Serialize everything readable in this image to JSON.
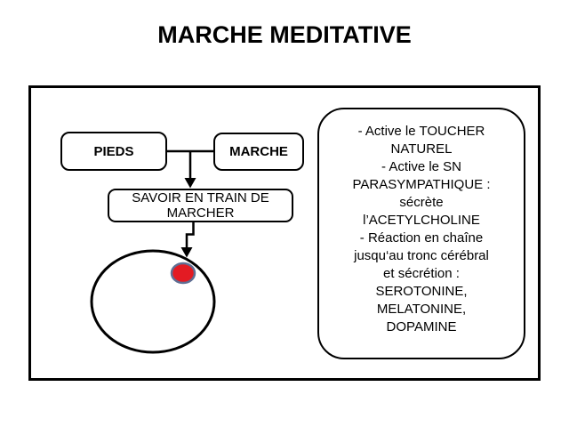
{
  "slide": {
    "title": "MARCHE MEDITATIVE"
  },
  "diagram": {
    "nodes": {
      "pieds": "PIEDS",
      "marche": "MARCHE",
      "savoir": "SAVOIR EN TRAIN DE MARCHER"
    },
    "info_box": {
      "lines": [
        "- Active le TOUCHER",
        "NATUREL",
        "- Active le SN",
        "PARASYMPATHIQUE :",
        "sécrète",
        "l’ACETYLCHOLINE",
        "- Réaction en chaîne",
        "jusqu‘au tronc cérébral",
        "et sécrétion :",
        "SEROTONINE,",
        "MELATONINE,",
        "DOPAMINE"
      ]
    },
    "shapes": {
      "ellipse": "blank-ellipse-shape",
      "red_dot": "red-dot-marker"
    }
  },
  "colors": {
    "ink": "#000000",
    "background": "#ffffff",
    "dot_fill": "#e31b23",
    "dot_stroke": "#5f6f94"
  }
}
